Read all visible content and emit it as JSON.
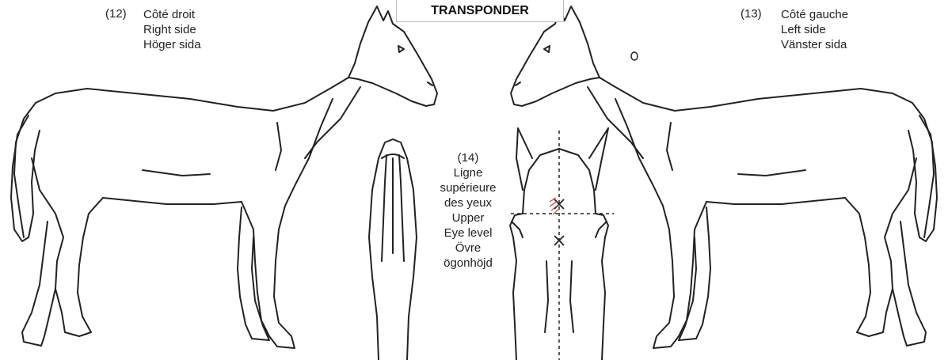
{
  "title": "TRANSPONDER",
  "right_side": {
    "number": "(12)",
    "lines": [
      "Côté droit",
      "Right side",
      "Höger sida"
    ]
  },
  "left_side": {
    "number": "(13)",
    "lines": [
      "Côté gauche",
      "Left side",
      "Vänster sida"
    ]
  },
  "eye_level": {
    "number": "(14)",
    "lines": [
      "Ligne",
      "supérieure",
      "des yeux",
      "Upper",
      "Eye level",
      "Övre",
      "ögonhöjd"
    ]
  },
  "colors": {
    "outline": "#222222",
    "marker": "#c0392b"
  }
}
